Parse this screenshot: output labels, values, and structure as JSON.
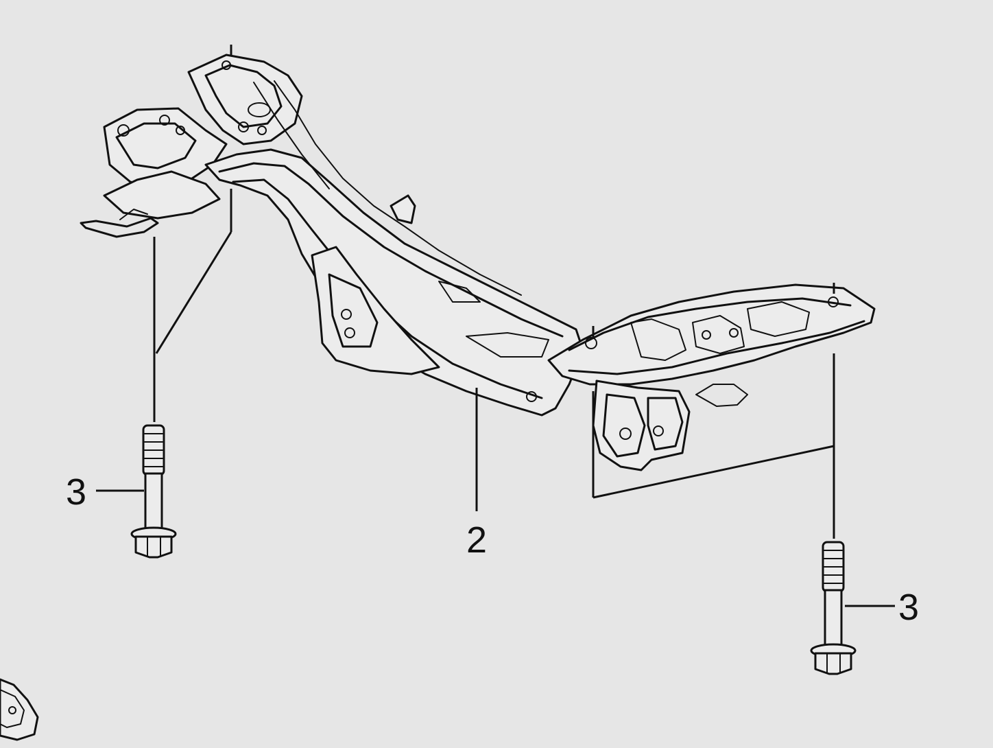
{
  "diagram": {
    "type": "exploded-parts-diagram",
    "background_color": "#e6e6e6",
    "ink_color": "#111111",
    "parts": [
      {
        "callout": "2",
        "depicts": "subframe-crossmember"
      },
      {
        "callout": "3",
        "depicts": "flange-bolt-left"
      },
      {
        "callout": "3",
        "depicts": "flange-bolt-right"
      }
    ]
  }
}
